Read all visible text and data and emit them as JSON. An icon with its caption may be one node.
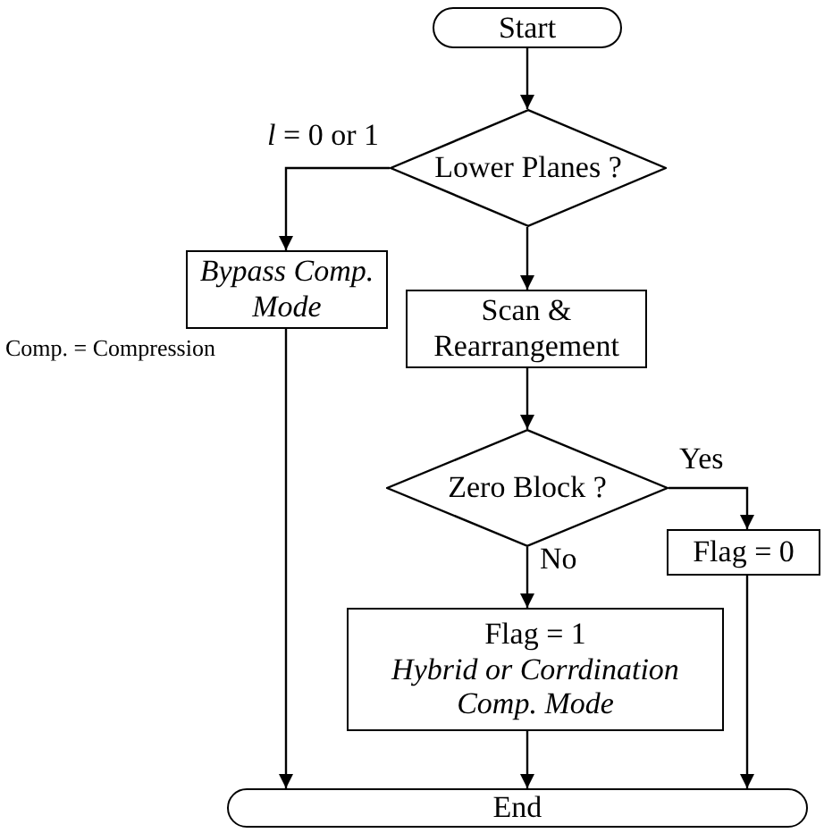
{
  "diagram": {
    "nodes": [
      {
        "text": [
          "Start"
        ]
      },
      {
        "text": [
          "Lower Planes ?"
        ]
      },
      {
        "text": [
          "Bypass Comp. Mode"
        ]
      },
      {
        "text": [
          "Scan & Rearrangement"
        ]
      },
      {
        "text": [
          "Zero Block ?"
        ]
      },
      {
        "text": [
          "Flag = 0"
        ]
      },
      {
        "text": [
          "Flag = 1",
          "Hybrid or Corrdination Comp. Mode"
        ]
      },
      {
        "text": [
          "End"
        ]
      }
    ],
    "edges": [
      {
        "from": 0,
        "to": 1,
        "arrow": "to"
      },
      {
        "from": 1,
        "to": 2,
        "arrow": "to",
        "label": "*l* = 0 or 1"
      },
      {
        "from": 1,
        "to": 3,
        "arrow": "to"
      },
      {
        "from": 3,
        "to": 4,
        "arrow": "to"
      },
      {
        "from": 4,
        "to": 5,
        "arrow": "to",
        "label": "Yes"
      },
      {
        "from": 4,
        "to": 6,
        "arrow": "to",
        "label": "No"
      },
      {
        "from": 2,
        "to": 7,
        "arrow": "to"
      },
      {
        "from": 6,
        "to": 7,
        "arrow": "to"
      },
      {
        "from": 5,
        "to": 7,
        "arrow": "to"
      }
    ],
    "labels": [
      "Comp. = Compression"
    ]
  }
}
